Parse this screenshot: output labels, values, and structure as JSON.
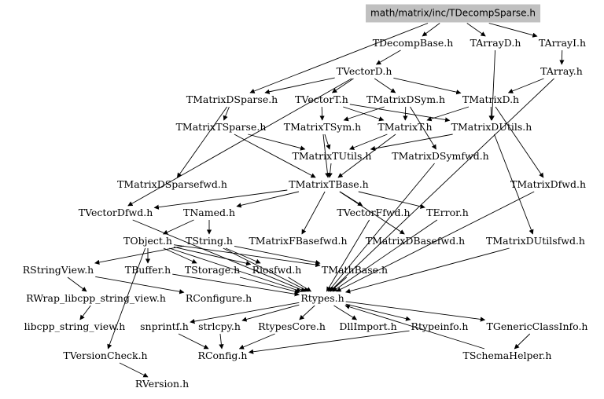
{
  "graph": {
    "root": "math/matrix/inc/TDecompSparse.h",
    "nodes": [
      {
        "id": "root",
        "label": "math/matrix/inc/TDecompSparse.h"
      },
      {
        "id": "TDecompBase",
        "label": "TDecompBase.h"
      },
      {
        "id": "TArrayD",
        "label": "TArrayD.h"
      },
      {
        "id": "TArrayI",
        "label": "TArrayI.h"
      },
      {
        "id": "TVectorD",
        "label": "TVectorD.h"
      },
      {
        "id": "TArray",
        "label": "TArray.h"
      },
      {
        "id": "TMatrixDSparse",
        "label": "TMatrixDSparse.h"
      },
      {
        "id": "TVectorT",
        "label": "TVectorT.h"
      },
      {
        "id": "TMatrixDSym",
        "label": "TMatrixDSym.h"
      },
      {
        "id": "TMatrixD",
        "label": "TMatrixD.h"
      },
      {
        "id": "TMatrixTSparse",
        "label": "TMatrixTSparse.h"
      },
      {
        "id": "TMatrixTSym",
        "label": "TMatrixTSym.h"
      },
      {
        "id": "TMatrixT",
        "label": "TMatrixT.h"
      },
      {
        "id": "TMatrixDUtils",
        "label": "TMatrixDUtils.h"
      },
      {
        "id": "TMatrixTUtils",
        "label": "TMatrixTUtils.h"
      },
      {
        "id": "TMatrixDSymfwd",
        "label": "TMatrixDSymfwd.h"
      },
      {
        "id": "TMatrixDSparsefwd",
        "label": "TMatrixDSparsefwd.h"
      },
      {
        "id": "TMatrixTBase",
        "label": "TMatrixTBase.h"
      },
      {
        "id": "TMatrixDfwd",
        "label": "TMatrixDfwd.h"
      },
      {
        "id": "TVectorDfwd",
        "label": "TVectorDfwd.h"
      },
      {
        "id": "TNamed",
        "label": "TNamed.h"
      },
      {
        "id": "TVectorFfwd",
        "label": "TVectorFfwd.h"
      },
      {
        "id": "TError",
        "label": "TError.h"
      },
      {
        "id": "TObject",
        "label": "TObject.h"
      },
      {
        "id": "TString",
        "label": "TString.h"
      },
      {
        "id": "TMatrixFBasefwd",
        "label": "TMatrixFBasefwd.h"
      },
      {
        "id": "TMatrixDBasefwd",
        "label": "TMatrixDBasefwd.h"
      },
      {
        "id": "TMatrixDUtilsfwd",
        "label": "TMatrixDUtilsfwd.h"
      },
      {
        "id": "RStringView",
        "label": "RStringView.h"
      },
      {
        "id": "TBuffer",
        "label": "TBuffer.h"
      },
      {
        "id": "TStorage",
        "label": "TStorage.h"
      },
      {
        "id": "Riosfwd",
        "label": "Riosfwd.h"
      },
      {
        "id": "TMathBase",
        "label": "TMathBase.h"
      },
      {
        "id": "RWrap",
        "label": "RWrap_libcpp_string_view.h"
      },
      {
        "id": "RConfigure",
        "label": "RConfigure.h"
      },
      {
        "id": "Rtypes",
        "label": "Rtypes.h"
      },
      {
        "id": "libcpp",
        "label": "libcpp_string_view.h"
      },
      {
        "id": "snprintf",
        "label": "snprintf.h"
      },
      {
        "id": "strlcpy",
        "label": "strlcpy.h"
      },
      {
        "id": "RtypesCore",
        "label": "RtypesCore.h"
      },
      {
        "id": "DllImport",
        "label": "DllImport.h"
      },
      {
        "id": "Rtypeinfo",
        "label": "Rtypeinfo.h"
      },
      {
        "id": "TGenericClassInfo",
        "label": "TGenericClassInfo.h"
      },
      {
        "id": "TVersionCheck",
        "label": "TVersionCheck.h"
      },
      {
        "id": "RConfig",
        "label": "RConfig.h"
      },
      {
        "id": "TSchemaHelper",
        "label": "TSchemaHelper.h"
      },
      {
        "id": "RVersion",
        "label": "RVersion.h"
      }
    ],
    "edges": [
      [
        "root",
        "TDecompBase"
      ],
      [
        "root",
        "TArrayD"
      ],
      [
        "root",
        "TArrayI"
      ],
      [
        "root",
        "TMatrixDSparse"
      ],
      [
        "TDecompBase",
        "TVectorD"
      ],
      [
        "TArrayI",
        "TArray"
      ],
      [
        "TArrayD",
        "TMatrixDUtils"
      ],
      [
        "TVectorD",
        "TMatrixDSparse"
      ],
      [
        "TVectorD",
        "TVectorT"
      ],
      [
        "TVectorD",
        "TMatrixDSym"
      ],
      [
        "TVectorD",
        "TMatrixD"
      ],
      [
        "TVectorD",
        "TVectorDfwd"
      ],
      [
        "TArray",
        "TMatrixD"
      ],
      [
        "TArray",
        "Rtypes"
      ],
      [
        "TMatrixDSparse",
        "TMatrixTSparse"
      ],
      [
        "TMatrixDSparse",
        "TMatrixDSparsefwd"
      ],
      [
        "TVectorT",
        "TMatrixTSym"
      ],
      [
        "TVectorT",
        "TMatrixT"
      ],
      [
        "TVectorT",
        "TMatrixDUtils"
      ],
      [
        "TMatrixDSym",
        "TMatrixTSym"
      ],
      [
        "TMatrixDSym",
        "TMatrixDSymfwd"
      ],
      [
        "TMatrixDSym",
        "TMatrixT"
      ],
      [
        "TMatrixD",
        "TMatrixT"
      ],
      [
        "TMatrixD",
        "TMatrixDUtils"
      ],
      [
        "TMatrixD",
        "TMatrixDfwd"
      ],
      [
        "TMatrixTSparse",
        "TMatrixTUtils"
      ],
      [
        "TMatrixTSparse",
        "TMatrixTBase"
      ],
      [
        "TMatrixTSym",
        "TMatrixTUtils"
      ],
      [
        "TMatrixTSym",
        "TMatrixTBase"
      ],
      [
        "TMatrixT",
        "TMatrixTUtils"
      ],
      [
        "TMatrixT",
        "TMatrixTBase"
      ],
      [
        "TMatrixDUtils",
        "TMatrixTUtils"
      ],
      [
        "TMatrixDUtils",
        "TMatrixDUtilsfwd"
      ],
      [
        "TMatrixTUtils",
        "TMatrixTBase"
      ],
      [
        "TMatrixTBase",
        "TVectorDfwd"
      ],
      [
        "TMatrixTBase",
        "TNamed"
      ],
      [
        "TMatrixTBase",
        "TVectorFfwd"
      ],
      [
        "TMatrixTBase",
        "TError"
      ],
      [
        "TMatrixTBase",
        "TMatrixFBasefwd"
      ],
      [
        "TMatrixTBase",
        "TMatrixDBasefwd"
      ],
      [
        "TNamed",
        "TObject"
      ],
      [
        "TNamed",
        "TString"
      ],
      [
        "TObject",
        "TBuffer"
      ],
      [
        "TObject",
        "TStorage"
      ],
      [
        "TObject",
        "Riosfwd"
      ],
      [
        "TObject",
        "TMathBase"
      ],
      [
        "TObject",
        "TVersionCheck"
      ],
      [
        "TObject",
        "Rtypes"
      ],
      [
        "TString",
        "Riosfwd"
      ],
      [
        "TString",
        "RStringView"
      ],
      [
        "TString",
        "TMathBase"
      ],
      [
        "TString",
        "Rtypes"
      ],
      [
        "TBuffer",
        "Rtypes"
      ],
      [
        "TStorage",
        "Rtypes"
      ],
      [
        "TMathBase",
        "Rtypes"
      ],
      [
        "Riosfwd",
        "Rtypes"
      ],
      [
        "RStringView",
        "RWrap"
      ],
      [
        "RStringView",
        "RConfigure"
      ],
      [
        "RWrap",
        "libcpp"
      ],
      [
        "Rtypes",
        "snprintf"
      ],
      [
        "Rtypes",
        "strlcpy"
      ],
      [
        "Rtypes",
        "RtypesCore"
      ],
      [
        "Rtypes",
        "DllImport"
      ],
      [
        "Rtypes",
        "Rtypeinfo"
      ],
      [
        "Rtypes",
        "TGenericClassInfo"
      ],
      [
        "snprintf",
        "RConfig"
      ],
      [
        "strlcpy",
        "RConfig"
      ],
      [
        "RtypesCore",
        "RConfig"
      ],
      [
        "Rtypeinfo",
        "RConfig"
      ],
      [
        "TGenericClassInfo",
        "TSchemaHelper"
      ],
      [
        "TSchemaHelper",
        "Rtypes"
      ],
      [
        "TVersionCheck",
        "RVersion"
      ],
      [
        "TMatrixDfwd",
        "Rtypes"
      ],
      [
        "TMatrixDUtilsfwd",
        "Rtypes"
      ],
      [
        "TMatrixDSymfwd",
        "Rtypes"
      ],
      [
        "TError",
        "Rtypes"
      ],
      [
        "TVectorFfwd",
        "Rtypes"
      ],
      [
        "TVectorDfwd",
        "Rtypes"
      ]
    ]
  }
}
